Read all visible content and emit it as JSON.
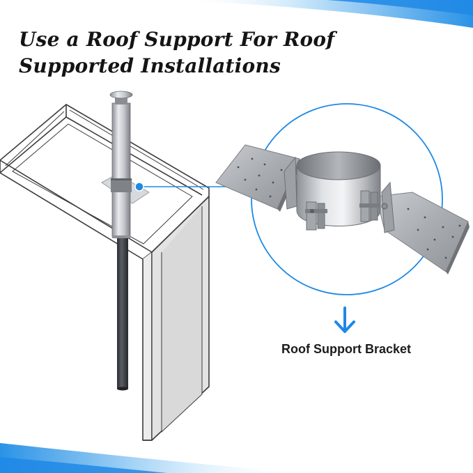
{
  "headline": {
    "line1": "Use a Roof Support For Roof",
    "line2": "Supported Installations"
  },
  "caption": {
    "label": "Roof Support Bracket"
  },
  "icons": {
    "arrow": "arrow-down-icon",
    "dot": "callout-dot-icon"
  },
  "colors": {
    "accent_blue": "#1e88e5",
    "light_blue": "#9fd3f5",
    "steel": "#b8bcc2",
    "dark_pipe": "#3a3d42",
    "wall": "#e6e6e6",
    "outline": "#3b3b3b"
  }
}
